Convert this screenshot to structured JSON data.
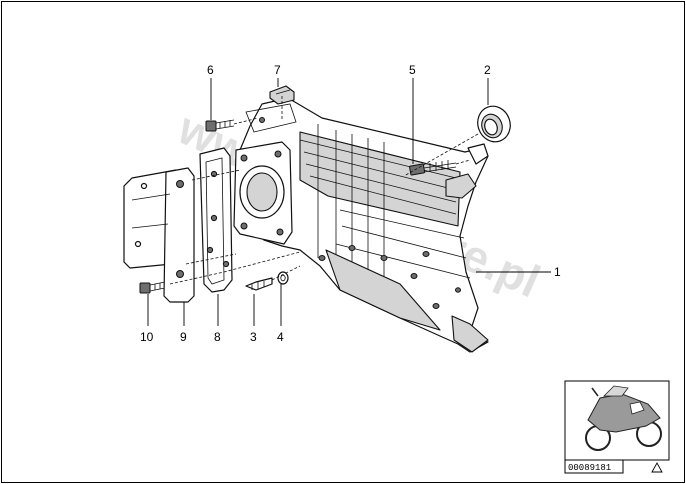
{
  "diagram": {
    "callouts": {
      "c1": "1",
      "c2": "2",
      "c3": "3",
      "c4": "4",
      "c5": "5",
      "c6": "6",
      "c7": "7",
      "c8": "8",
      "c9": "9",
      "c10": "10"
    },
    "watermark": "www.bmwstore.pl",
    "thumbnail": {
      "image_id": "00089181",
      "icon": "motorcycle-icon"
    },
    "corner_icon": "triangle-icon"
  }
}
